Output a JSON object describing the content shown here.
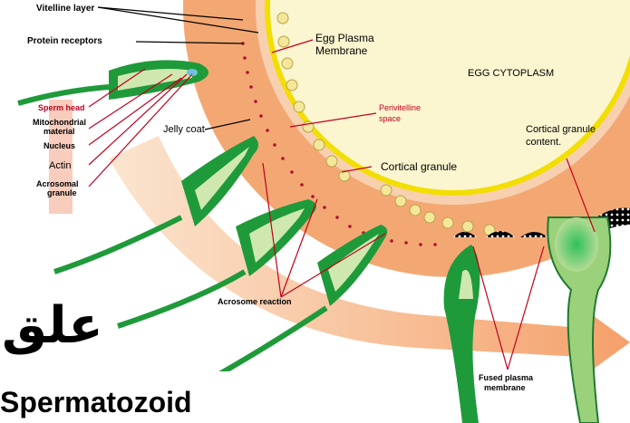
{
  "labels": {
    "vitelline_layer": "Vitelline layer",
    "protein_receptors": "Protein receptors",
    "egg_plasma_membrane": "Egg Plasma\nMembrane",
    "egg_cytoplasm": "EGG CYTOPLASM",
    "sperm_head": "Sperm head",
    "mitochondrial_material": "Mitochondrial\nmaterial",
    "nucleus": "Nucleus",
    "actin": "Actin",
    "acrosomal_granule": "Acrosomal\ngranule",
    "jelly_coat": "Jelly coat",
    "perivitelline_space": "Perivitelline\nspace",
    "cortical_granule_content": "Cortical granule\ncontent.",
    "cortical_granule": "Cortical granule",
    "acrosome_reaction": "Acrosome reaction",
    "fused_plasma_membrane": "Fused plasma\nmembrane"
  },
  "overlay": {
    "arabic_title": "علق",
    "caption": "Spermatozoid"
  },
  "colors": {
    "egg_fill": "#fbf5d0",
    "membrane": "#f2de00",
    "vitelline": "#f5b07a",
    "jelly": "#f2a36c",
    "arrow": "#f5a673",
    "sperm_green": "#1f9a3a",
    "sperm_light": "#cfe8b0",
    "granule": "#f4e79a",
    "pointer_red": "#c0001c"
  }
}
